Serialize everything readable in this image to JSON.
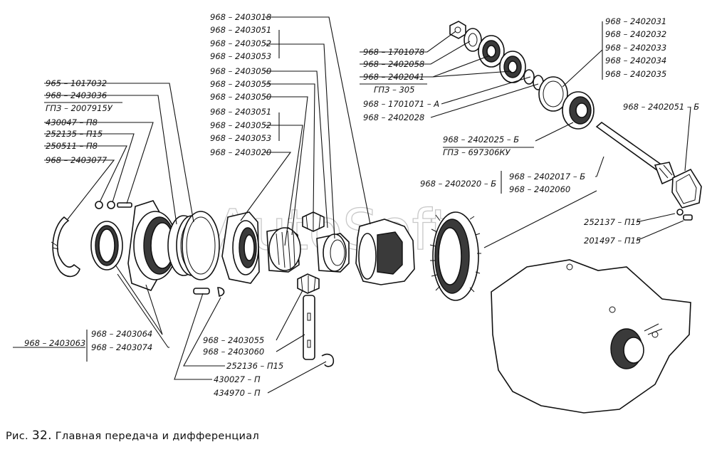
{
  "caption": {
    "prefix": "Рис.",
    "number": "32.",
    "title": "Главная передача и дифференциал"
  },
  "watermark": "AutoSoft",
  "labels": {
    "l_2403018": "968 – 2403018",
    "l_2403051a": "968 – 2403051",
    "l_2403052a": "968 – 2403052",
    "l_2403053a": "968 – 2403053",
    "l_2403050a": "968 – 2403050",
    "l_2403055a": "968 – 2403055",
    "l_2403050b": "968 – 2403050",
    "l_2403051b": "968 – 2403051",
    "l_2403052b": "968 – 2403052",
    "l_2403053b": "968 – 2403053",
    "l_2403020": "968 – 2403020",
    "l_1017032": "965 – 1017032",
    "l_2403036": "968 – 2403036",
    "l_gpz2007915": "ГПЗ – 2007915У",
    "l_430047": "430047 – П8",
    "l_252135": "252135 – П15",
    "l_250511": "250511 – П8",
    "l_2403077": "968 – 2403077",
    "l_1701078": "968 – 1701078",
    "l_2402058": "968 – 2402058",
    "l_2402041": "968 – 2402041",
    "l_gpz305": "ГПЗ – 305",
    "l_1701071": "968 – 1701071 – А",
    "l_2402028": "968 – 2402028",
    "l_2402031": "968 – 2402031",
    "l_2402032": "968 – 2402032",
    "l_2402033": "968 – 2402033",
    "l_2402034": "968 – 2402034",
    "l_2402035": "968 – 2402035",
    "l_2402051b": "968 – 2402051 – Б",
    "l_2402025b": "968 – 2402025 – Б",
    "l_gpz697306": "ГПЗ – 697306КУ",
    "l_2402020b": "968 – 2402020 – Б",
    "l_2402017b": "968 – 2402017 – Б",
    "l_2402060": "968 – 2402060",
    "l_252137": "252137 – П15",
    "l_201497": "201497 – П15",
    "l_2403063": "968 – 2403063",
    "l_2403064": "968 – 2403064",
    "l_2403074": "968 – 2403074",
    "l_2403055b": "968 – 2403055",
    "l_2403060": "968 – 2403060",
    "l_252136": "252136 – П15",
    "l_430027": "430027 – П",
    "l_434970": "434970 – П"
  }
}
